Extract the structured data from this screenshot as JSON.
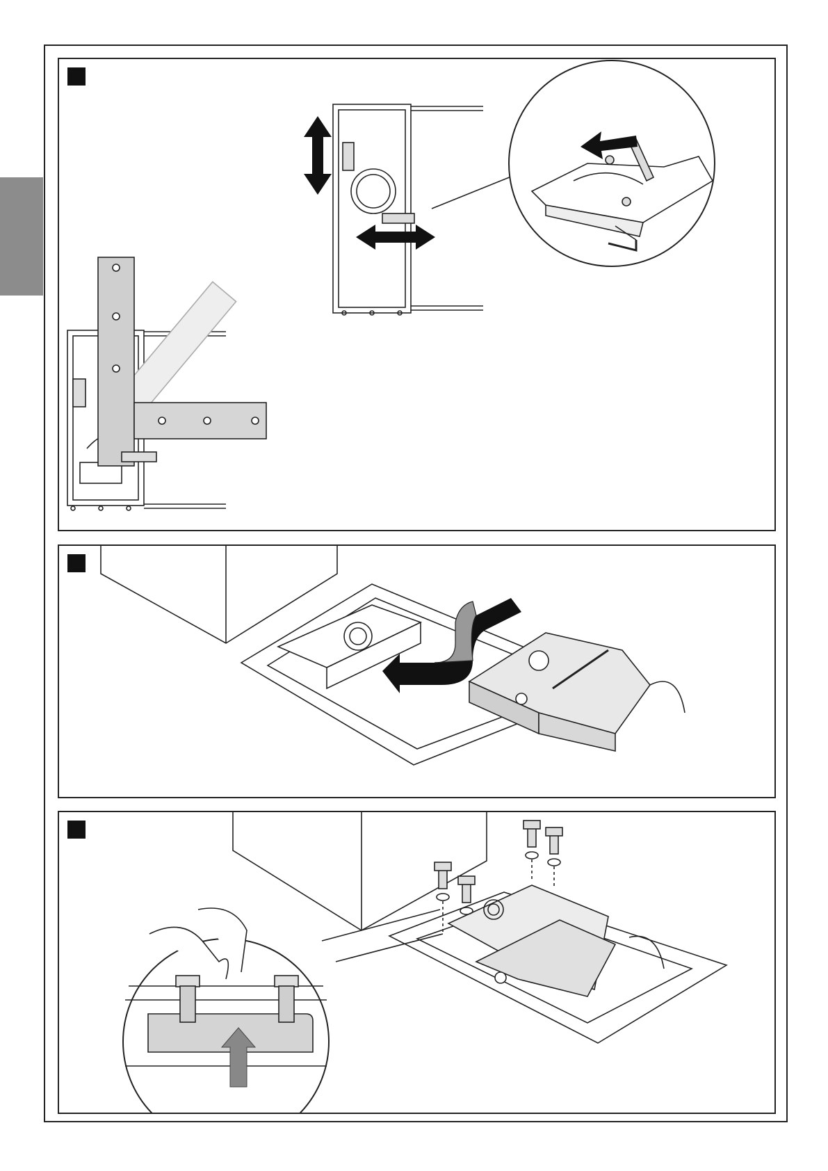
{
  "document": {
    "tab_color": "#8c8c8c",
    "panels": [
      {
        "step": "",
        "subject": "bracket-adjustment"
      },
      {
        "step": "",
        "subject": "gearmotor-insertion"
      },
      {
        "step": "",
        "subject": "bolt-fixing"
      }
    ]
  }
}
